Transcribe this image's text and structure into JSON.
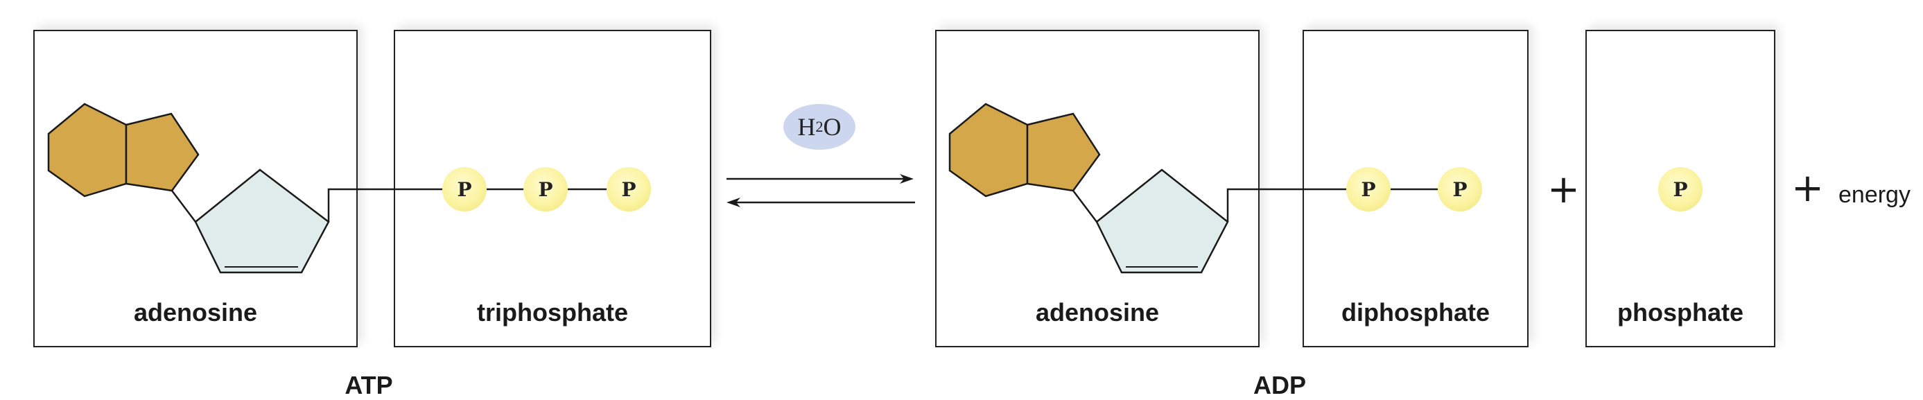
{
  "atp": {
    "adenosine_label": "adenosine",
    "triphosphate_label": "triphosphate",
    "name": "ATP"
  },
  "adp": {
    "adenosine_label": "adenosine",
    "diphosphate_label": "diphosphate",
    "name": "ADP"
  },
  "phosphate_box": {
    "label": "phosphate"
  },
  "phosphate_symbol": "P",
  "water": {
    "main": "H",
    "sub": "2",
    "tail": "O"
  },
  "plus_sign": "+",
  "energy_label": "energy",
  "colors": {
    "ring_fill": "#d4a84a",
    "sugar_fill": "#e0ecec",
    "phosphate_fill": "#fbf3a0",
    "water_fill": "#cdd6ef",
    "stroke": "#1a1a1a"
  }
}
